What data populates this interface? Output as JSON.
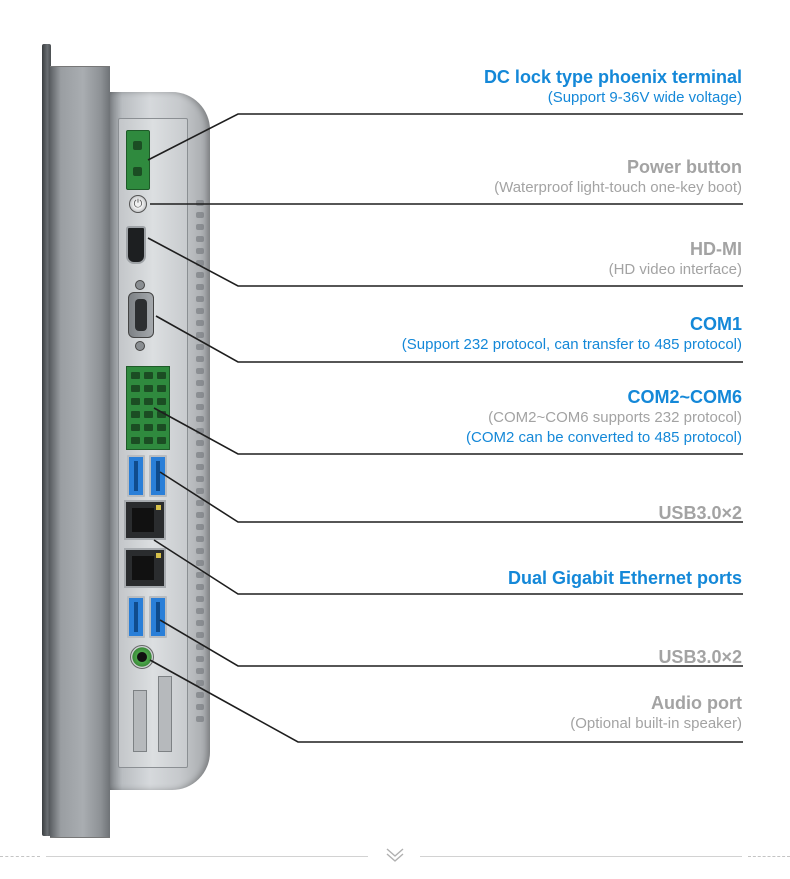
{
  "callouts": [
    {
      "title": "DC lock type phoenix terminal",
      "title_color": "#1488d8",
      "lines": [
        {
          "text": "(Support 9-36V wide voltage)",
          "color": "#1488d8"
        }
      ]
    },
    {
      "title": "Power button",
      "title_color": "#a3a3a3",
      "lines": [
        {
          "text": "(Waterproof light-touch one-key boot)",
          "color": "#a3a3a3"
        }
      ]
    },
    {
      "title": "HD-MI",
      "title_color": "#a3a3a3",
      "lines": [
        {
          "text": "(HD video interface)",
          "color": "#a3a3a3"
        }
      ]
    },
    {
      "title": "COM1",
      "title_color": "#1488d8",
      "lines": [
        {
          "text": "(Support 232 protocol, can transfer to 485 protocol)",
          "color": "#1488d8"
        }
      ]
    },
    {
      "title": "COM2~COM6",
      "title_color": "#1488d8",
      "lines": [
        {
          "text": "(COM2~COM6 supports 232 protocol)",
          "color": "#a3a3a3"
        },
        {
          "text": "(COM2 can be converted to 485 protocol)",
          "color": "#1488d8"
        }
      ]
    },
    {
      "title": "USB3.0×2",
      "title_color": "#a3a3a3",
      "lines": []
    },
    {
      "title": "Dual Gigabit Ethernet ports",
      "title_color": "#1488d8",
      "lines": []
    },
    {
      "title": "USB3.0×2",
      "title_color": "#a3a3a3",
      "lines": []
    },
    {
      "title": "Audio port",
      "title_color": "#a3a3a3",
      "lines": [
        {
          "text": "(Optional built-in speaker)",
          "color": "#a3a3a3"
        }
      ]
    }
  ],
  "icons": {
    "power": "power-icon",
    "footer": "chevron-down-icon"
  },
  "colors": {
    "accent_blue": "#1488d8",
    "muted_gray": "#a3a3a3",
    "leader_line": "#1e1e1e",
    "terminal_green": "#2f8a3e",
    "usb_blue": "#2a7fd8"
  }
}
